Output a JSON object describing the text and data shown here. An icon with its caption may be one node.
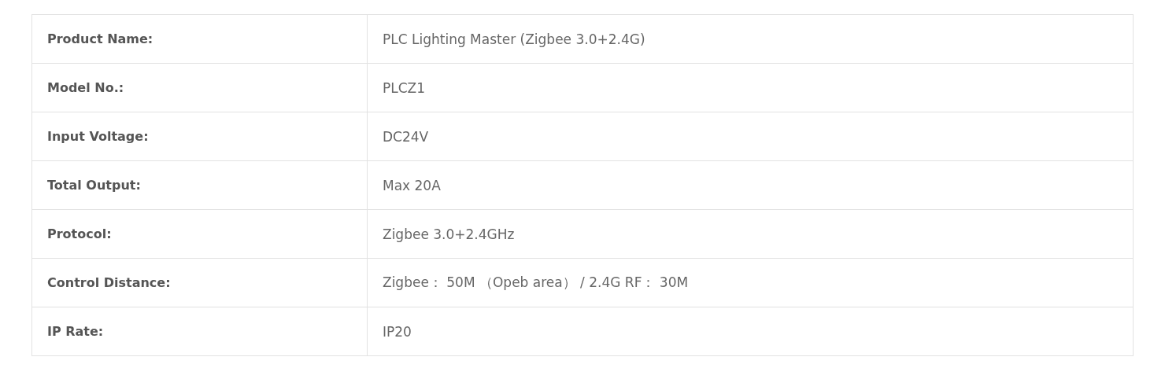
{
  "diagram": {
    "labels": [
      "Product Name:",
      "PLC Lighting Master (Zigbee 3.0+2.4G)",
      "Model No.:",
      "PLCZ1",
      "Input Voltage:",
      "DC24V",
      "Total Output:",
      "Max 20A",
      "Protocol:",
      "Zigbee 3.0+2.4GHz",
      "Control Distance:",
      "Zigbee： 50M （Opeb area） / 2.4G RF： 30M",
      "IP Rate:",
      "IP20"
    ]
  }
}
